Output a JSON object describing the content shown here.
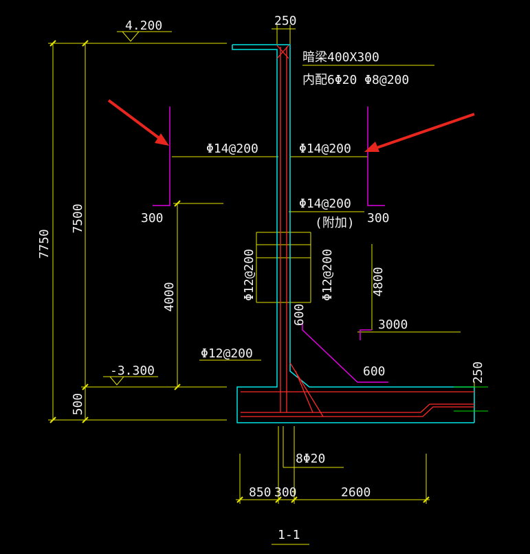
{
  "colors": {
    "background": "#000000",
    "dim_yellow": "#e6e600",
    "wall_cyan": "#00e5e5",
    "rebar_red": "#ff2a2a",
    "magenta": "#e000e0",
    "text_white": "#f2f2f2",
    "arrow_red": "#e8261e",
    "green": "#00e000"
  },
  "elevations": {
    "top": "4.200",
    "bottom": "-3.300"
  },
  "dims": {
    "total_height": "7750",
    "wall_height": "7500",
    "base_thickness": "500",
    "mid_height": "4000",
    "wall_thickness": "250",
    "slab_thickness": "250",
    "left_toe": "850",
    "stem_width": "300",
    "heel": "2600"
  },
  "labels": {
    "hidden_beam": "暗梁400X300",
    "beam_rebar": "内配6Φ20 Φ8@200",
    "rebar_left": "Φ14@200",
    "rebar_right": "Φ14@200",
    "rebar_added": "Φ14@200",
    "added_note": "(附加)",
    "anchor_left": "300",
    "anchor_right": "300",
    "anchor_4800": "4800",
    "anchor_3000": "3000",
    "haunch_600_v": "600",
    "haunch_600_h": "600",
    "stirrup_left": "Φ12@200",
    "stirrup_right": "Φ12@200",
    "base_rebar": "Φ12@200",
    "bottom_bars": "8Φ20",
    "section_title": "1-1"
  }
}
